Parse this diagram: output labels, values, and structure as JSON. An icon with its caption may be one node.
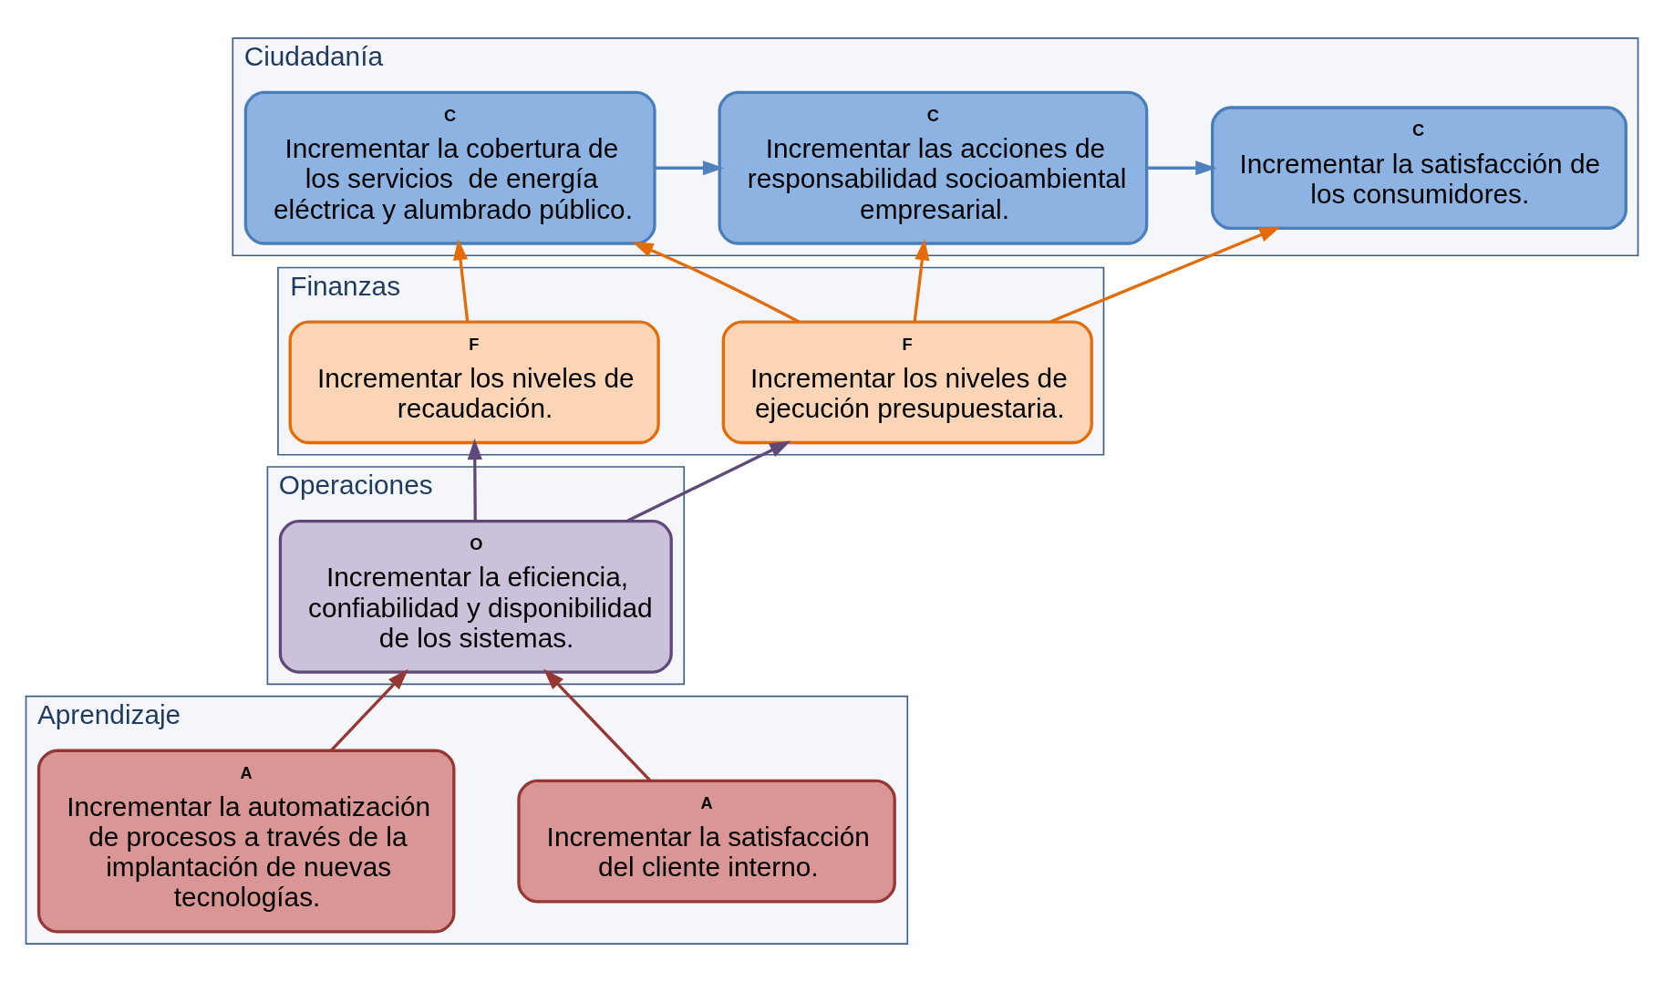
{
  "diagram": {
    "nodes": [
      {
        "text": [
          "Ciudadanía"
        ]
      },
      {
        "text": [
          "C",
          "Incrementar la cobertura de los servicios  de energía eléctrica y alumbrado público."
        ],
        "in": 0
      },
      {
        "text": [
          "C",
          "Incrementar las acciones de responsabilidad socioambiental empresarial."
        ],
        "in": 0
      },
      {
        "text": [
          "C",
          "Incrementar la satisfacción de los consumidores."
        ],
        "in": 0
      },
      {
        "text": [
          "Finanzas"
        ]
      },
      {
        "text": [
          "F",
          "Incrementar los niveles de recaudación."
        ],
        "in": 4
      },
      {
        "text": [
          "F",
          "Incrementar los niveles de ejecución presupuestaria."
        ],
        "in": 4
      },
      {
        "text": [
          "Operaciones"
        ]
      },
      {
        "text": [
          "O",
          "Incrementar la eficiencia, confiabilidad y disponibilidad de los sistemas."
        ],
        "in": 7
      },
      {
        "text": [
          "Aprendizaje"
        ]
      },
      {
        "text": [
          "A",
          "Incrementar la satisfacción del cliente interno."
        ],
        "in": 9
      },
      {
        "text": [
          "A",
          "Incrementar la automatización de procesos a través de la implantación de nuevas tecnologías."
        ],
        "in": 9
      }
    ],
    "edges": [
      {
        "from": 1,
        "to": 2,
        "arrow": "to",
        "color": "#4f81bd"
      },
      {
        "from": 2,
        "to": 3,
        "arrow": "to",
        "color": "#4f81bd"
      },
      {
        "from": 5,
        "to": 1,
        "arrow": "to",
        "color": "#e36c09"
      },
      {
        "from": 6,
        "to": 1,
        "arrow": "to",
        "color": "#e36c09"
      },
      {
        "from": 6,
        "to": 2,
        "arrow": "to",
        "color": "#e36c09"
      },
      {
        "from": 6,
        "to": 3,
        "arrow": "to",
        "color": "#e36c09"
      },
      {
        "from": 8,
        "to": 5,
        "arrow": "to",
        "color": "#5f497a"
      },
      {
        "from": 8,
        "to": 6,
        "arrow": "to",
        "color": "#5f497a"
      },
      {
        "from": 10,
        "to": 8,
        "arrow": "to",
        "color": "#953735"
      },
      {
        "from": 11,
        "to": 8,
        "arrow": "to",
        "color": "#953735"
      }
    ]
  }
}
